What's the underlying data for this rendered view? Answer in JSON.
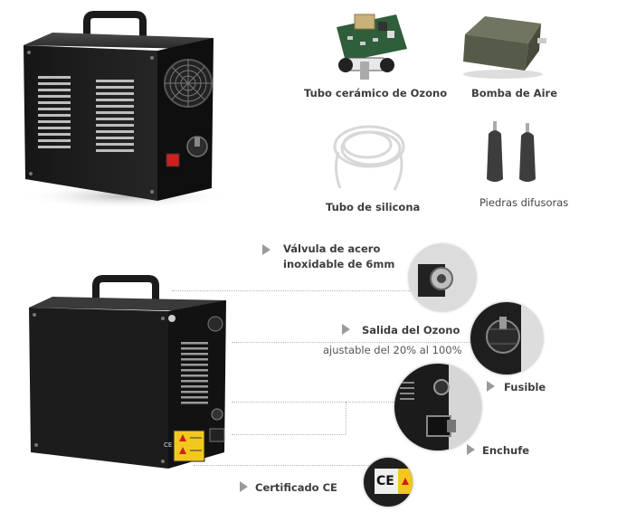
{
  "accessories": {
    "ozone_tube": "Tubo cerámico de Ozono",
    "air_pump": "Bomba de Aire",
    "silicone_tube": "Tubo de silicona",
    "diffuser_stones": "Piedras difusoras"
  },
  "callouts": {
    "steel_valve_line1": "Válvula de acero",
    "steel_valve_line2": "inoxidable de 6mm",
    "ozone_outlet": "Salida del Ozono",
    "adjustable": "ajustable del 20% al 100%",
    "fuse": "Fusible",
    "plug": "Enchufe",
    "ce_certificate": "Certificado CE"
  },
  "ce_mark": "CE",
  "colors": {
    "device_body": "#1c1c1c",
    "label_text": "#3d3d3d",
    "arrow": "#9a9a9a",
    "switch_red": "#d0201e",
    "warning_yellow": "#f2c81e"
  }
}
